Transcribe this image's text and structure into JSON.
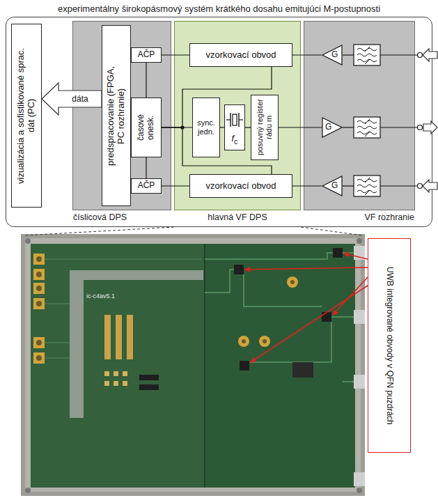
{
  "diagram": {
    "nodes": [
      {
        "text": [
          "experimentálny širokopásmový systém krátkého dosahu emitujúci M-postupnosti"
        ]
      },
      {
        "text": [
          "vizualizácia a sofistikované sprac. dát (PC)"
        ],
        "in": 0
      },
      {
        "text": [
          "číslicová DPS"
        ],
        "in": 0
      },
      {
        "text": [
          "predspracovanie (FPGA, PC rozhranie)"
        ],
        "in": 2
      },
      {
        "text": [
          "AČP"
        ],
        "in": 2
      },
      {
        "text": [
          "časové onesk."
        ],
        "in": 2
      },
      {
        "text": [
          "AČP"
        ],
        "in": 2
      },
      {
        "text": [
          "hlavná VF DPS"
        ],
        "in": 0
      },
      {
        "text": [
          "vzorkovací obvod"
        ],
        "in": 7
      },
      {
        "text": [
          "sync. jedn."
        ],
        "in": 7
      },
      {
        "text": [
          "f",
          "c"
        ],
        "in": 7
      },
      {
        "text": [
          "posuvný register rádu m"
        ],
        "in": 7
      },
      {
        "text": [
          "vzorkovací obvod"
        ],
        "in": 7
      },
      {
        "text": [
          "VF rozhranie"
        ],
        "in": 0
      },
      {
        "text": [
          "G"
        ],
        "in": 13
      },
      {
        "text": [
          "G"
        ],
        "in": 13
      },
      {
        "text": [
          "G"
        ],
        "in": 13
      },
      {
        "text": [
          "UWB integrované obvody v QFN puzdrách"
        ]
      }
    ],
    "edges": [
      {
        "from": 3,
        "to": 1,
        "arrow": "to",
        "label": "dáta"
      },
      {
        "from": 8,
        "to": 4,
        "arrow": "none"
      },
      {
        "from": 12,
        "to": 6,
        "arrow": "none"
      },
      {
        "from": 5,
        "to": 4,
        "arrow": "none"
      },
      {
        "from": 5,
        "to": 6,
        "arrow": "none"
      },
      {
        "from": 5,
        "to": 9,
        "arrow": "none"
      },
      {
        "from": 5,
        "to": 8,
        "arrow": "none"
      },
      {
        "from": 5,
        "to": 12,
        "arrow": "none"
      },
      {
        "from": 9,
        "to": 10,
        "arrow": "none"
      },
      {
        "from": 10,
        "to": 11,
        "arrow": "none"
      },
      {
        "from": 11,
        "to": 15,
        "arrow": "none"
      },
      {
        "from": 14,
        "to": 8,
        "arrow": "none"
      },
      {
        "from": 16,
        "to": 12,
        "arrow": "none"
      }
    ],
    "labels": [
      "ic-c4av5.1"
    ]
  }
}
